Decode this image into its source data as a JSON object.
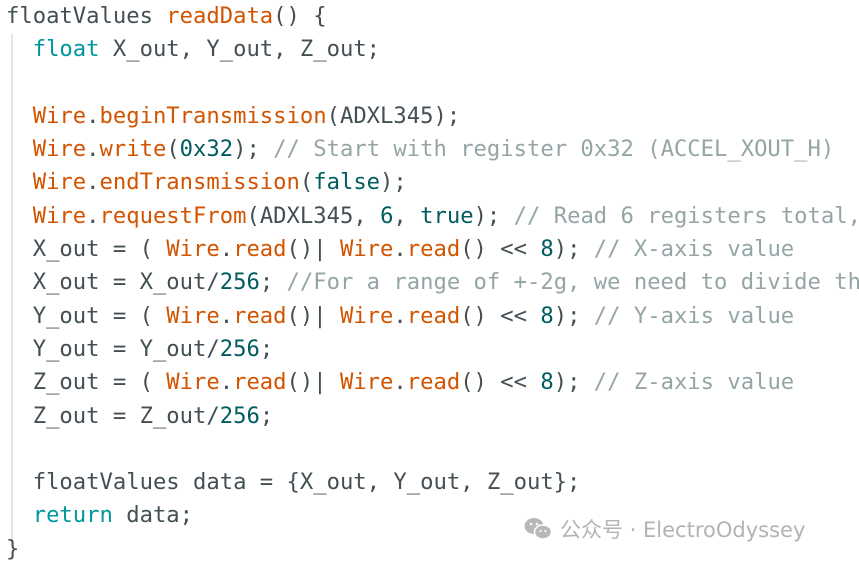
{
  "code": {
    "lines": [
      [
        [
          "floatValues ",
          "tx"
        ],
        [
          "readData",
          "fn"
        ],
        [
          "() {",
          "tx"
        ]
      ],
      [
        [
          "  ",
          "tx"
        ],
        [
          "float",
          "kw"
        ],
        [
          " X_out, Y_out, Z_out;",
          "tx"
        ]
      ],
      [],
      [
        [
          "  ",
          "tx"
        ],
        [
          "Wire",
          "fn"
        ],
        [
          ".",
          "tx"
        ],
        [
          "beginTransmission",
          "fn"
        ],
        [
          "(ADXL345);",
          "tx"
        ]
      ],
      [
        [
          "  ",
          "tx"
        ],
        [
          "Wire",
          "fn"
        ],
        [
          ".",
          "tx"
        ],
        [
          "write",
          "fn"
        ],
        [
          "(",
          "tx"
        ],
        [
          "0x32",
          "num"
        ],
        [
          "); ",
          "tx"
        ],
        [
          "// Start with register 0x32 (ACCEL_XOUT_H)",
          "cm"
        ]
      ],
      [
        [
          "  ",
          "tx"
        ],
        [
          "Wire",
          "fn"
        ],
        [
          ".",
          "tx"
        ],
        [
          "endTransmission",
          "fn"
        ],
        [
          "(",
          "tx"
        ],
        [
          "false",
          "num"
        ],
        [
          ");",
          "tx"
        ]
      ],
      [
        [
          "  ",
          "tx"
        ],
        [
          "Wire",
          "fn"
        ],
        [
          ".",
          "tx"
        ],
        [
          "requestFrom",
          "fn"
        ],
        [
          "(ADXL345, ",
          "tx"
        ],
        [
          "6",
          "num"
        ],
        [
          ", ",
          "tx"
        ],
        [
          "true",
          "num"
        ],
        [
          "); ",
          "tx"
        ],
        [
          "// Read 6 registers total,",
          "cm"
        ]
      ],
      [
        [
          "  X_out = ( ",
          "tx"
        ],
        [
          "Wire",
          "fn"
        ],
        [
          ".",
          "tx"
        ],
        [
          "read",
          "fn"
        ],
        [
          "()| ",
          "tx"
        ],
        [
          "Wire",
          "fn"
        ],
        [
          ".",
          "tx"
        ],
        [
          "read",
          "fn"
        ],
        [
          "() << ",
          "tx"
        ],
        [
          "8",
          "num"
        ],
        [
          "); ",
          "tx"
        ],
        [
          "// X-axis value",
          "cm"
        ]
      ],
      [
        [
          "  X_out = X_out/",
          "tx"
        ],
        [
          "256",
          "num"
        ],
        [
          "; ",
          "tx"
        ],
        [
          "//For a range of +-2g, we need to divide th",
          "cm"
        ]
      ],
      [
        [
          "  Y_out = ( ",
          "tx"
        ],
        [
          "Wire",
          "fn"
        ],
        [
          ".",
          "tx"
        ],
        [
          "read",
          "fn"
        ],
        [
          "()| ",
          "tx"
        ],
        [
          "Wire",
          "fn"
        ],
        [
          ".",
          "tx"
        ],
        [
          "read",
          "fn"
        ],
        [
          "() << ",
          "tx"
        ],
        [
          "8",
          "num"
        ],
        [
          "); ",
          "tx"
        ],
        [
          "// Y-axis value",
          "cm"
        ]
      ],
      [
        [
          "  Y_out = Y_out/",
          "tx"
        ],
        [
          "256",
          "num"
        ],
        [
          ";",
          "tx"
        ]
      ],
      [
        [
          "  Z_out = ( ",
          "tx"
        ],
        [
          "Wire",
          "fn"
        ],
        [
          ".",
          "tx"
        ],
        [
          "read",
          "fn"
        ],
        [
          "()| ",
          "tx"
        ],
        [
          "Wire",
          "fn"
        ],
        [
          ".",
          "tx"
        ],
        [
          "read",
          "fn"
        ],
        [
          "() << ",
          "tx"
        ],
        [
          "8",
          "num"
        ],
        [
          "); ",
          "tx"
        ],
        [
          "// Z-axis value",
          "cm"
        ]
      ],
      [
        [
          "  Z_out = Z_out/",
          "tx"
        ],
        [
          "256",
          "num"
        ],
        [
          ";",
          "tx"
        ]
      ],
      [],
      [
        [
          "  floatValues data = {X_out, Y_out, Z_out};",
          "tx"
        ]
      ],
      [
        [
          "  ",
          "tx"
        ],
        [
          "return",
          "kw"
        ],
        [
          " data;",
          "tx"
        ]
      ],
      [
        [
          "}",
          "tx"
        ]
      ]
    ]
  },
  "watermark": {
    "icon": "wechat-icon",
    "text": "公众号 · ElectroOdyssey"
  },
  "colors": {
    "function": "#d35400",
    "keyword": "#00979c",
    "number": "#005c5f",
    "comment": "#95a5a6",
    "text": "#434f54"
  }
}
